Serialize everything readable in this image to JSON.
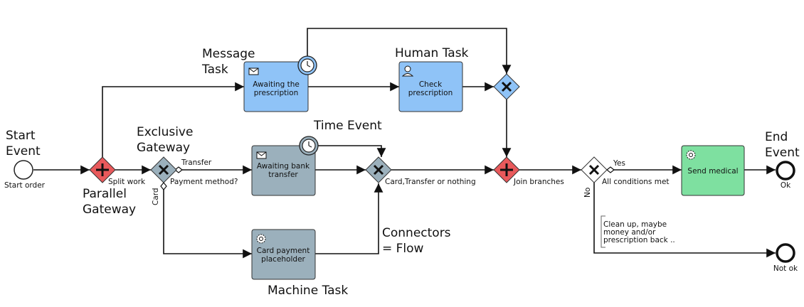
{
  "annotations": {
    "start_event": [
      "Start",
      "Event"
    ],
    "parallel_gateway": [
      "Parallel",
      "Gateway"
    ],
    "exclusive_gateway": [
      "Exclusive",
      "Gateway"
    ],
    "message_task": [
      "Message",
      "Task"
    ],
    "human_task": "Human Task",
    "time_event": "Time Event",
    "connectors": [
      "Connectors",
      "= Flow"
    ],
    "machine_task": "Machine Task",
    "end_event": [
      "End",
      "Event"
    ]
  },
  "events": {
    "start_label": "Start order",
    "end_ok_label": "Ok",
    "end_notok_label": "Not ok"
  },
  "tasks": {
    "awaiting_prescription": [
      "Awaiting the",
      "prescription"
    ],
    "check_prescription": [
      "Check",
      "prescription"
    ],
    "awaiting_bank_transfer": [
      "Awaiting bank",
      "transfer"
    ],
    "card_payment": [
      "Card payment",
      "placeholder"
    ],
    "send_medical": "Send medical"
  },
  "gateways": {
    "split_work": "Split work",
    "payment_method": "Payment method?",
    "merge_payment": "Card,Transfer or nothing",
    "join_branches": "Join branches",
    "all_conditions": "All conditions met"
  },
  "flow_labels": {
    "transfer": "Transfer",
    "card": "Card",
    "yes": "Yes",
    "no": "No"
  },
  "note": [
    "Clean up, maybe",
    "money and/or",
    "prescription back .."
  ],
  "colors": {
    "message_task": "#8fc3f7",
    "human_task": "#8fc3f7",
    "grey_task": "#9bb0bc",
    "service_task": "#7ee0a0",
    "parallel_gateway": "#e8595b",
    "exclusive_gateway_grey": "#9bb0bc",
    "exclusive_gateway_blue": "#8fc3f7",
    "exclusive_gateway_white": "#ffffff"
  }
}
